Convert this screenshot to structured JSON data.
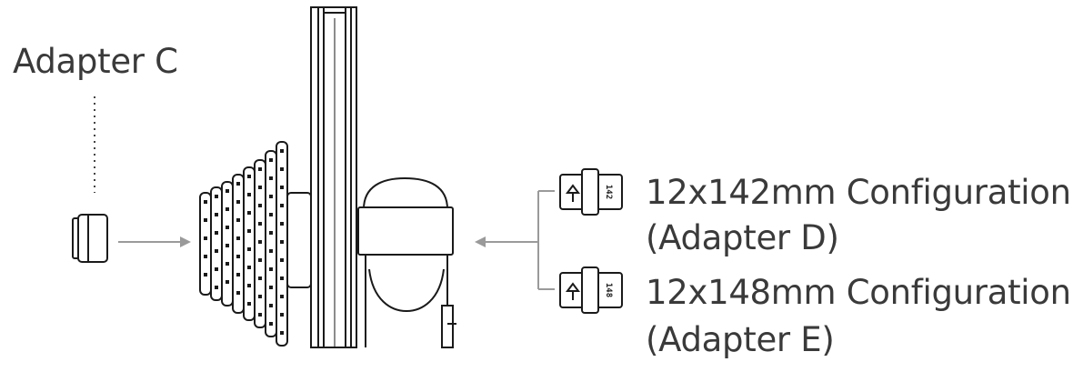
{
  "labels": {
    "adapter_c": "Adapter C",
    "config_142": "12x142mm Configuration",
    "adapter_d": "(Adapter D)",
    "config_148": "12x148mm Configuration",
    "adapter_e": "(Adapter E)"
  },
  "adapter_markings": {
    "d_code": "142",
    "e_code": "148"
  },
  "colors": {
    "line": "#1a1a1a",
    "arrow": "#9a9a9a",
    "text": "#3a3a3a"
  }
}
